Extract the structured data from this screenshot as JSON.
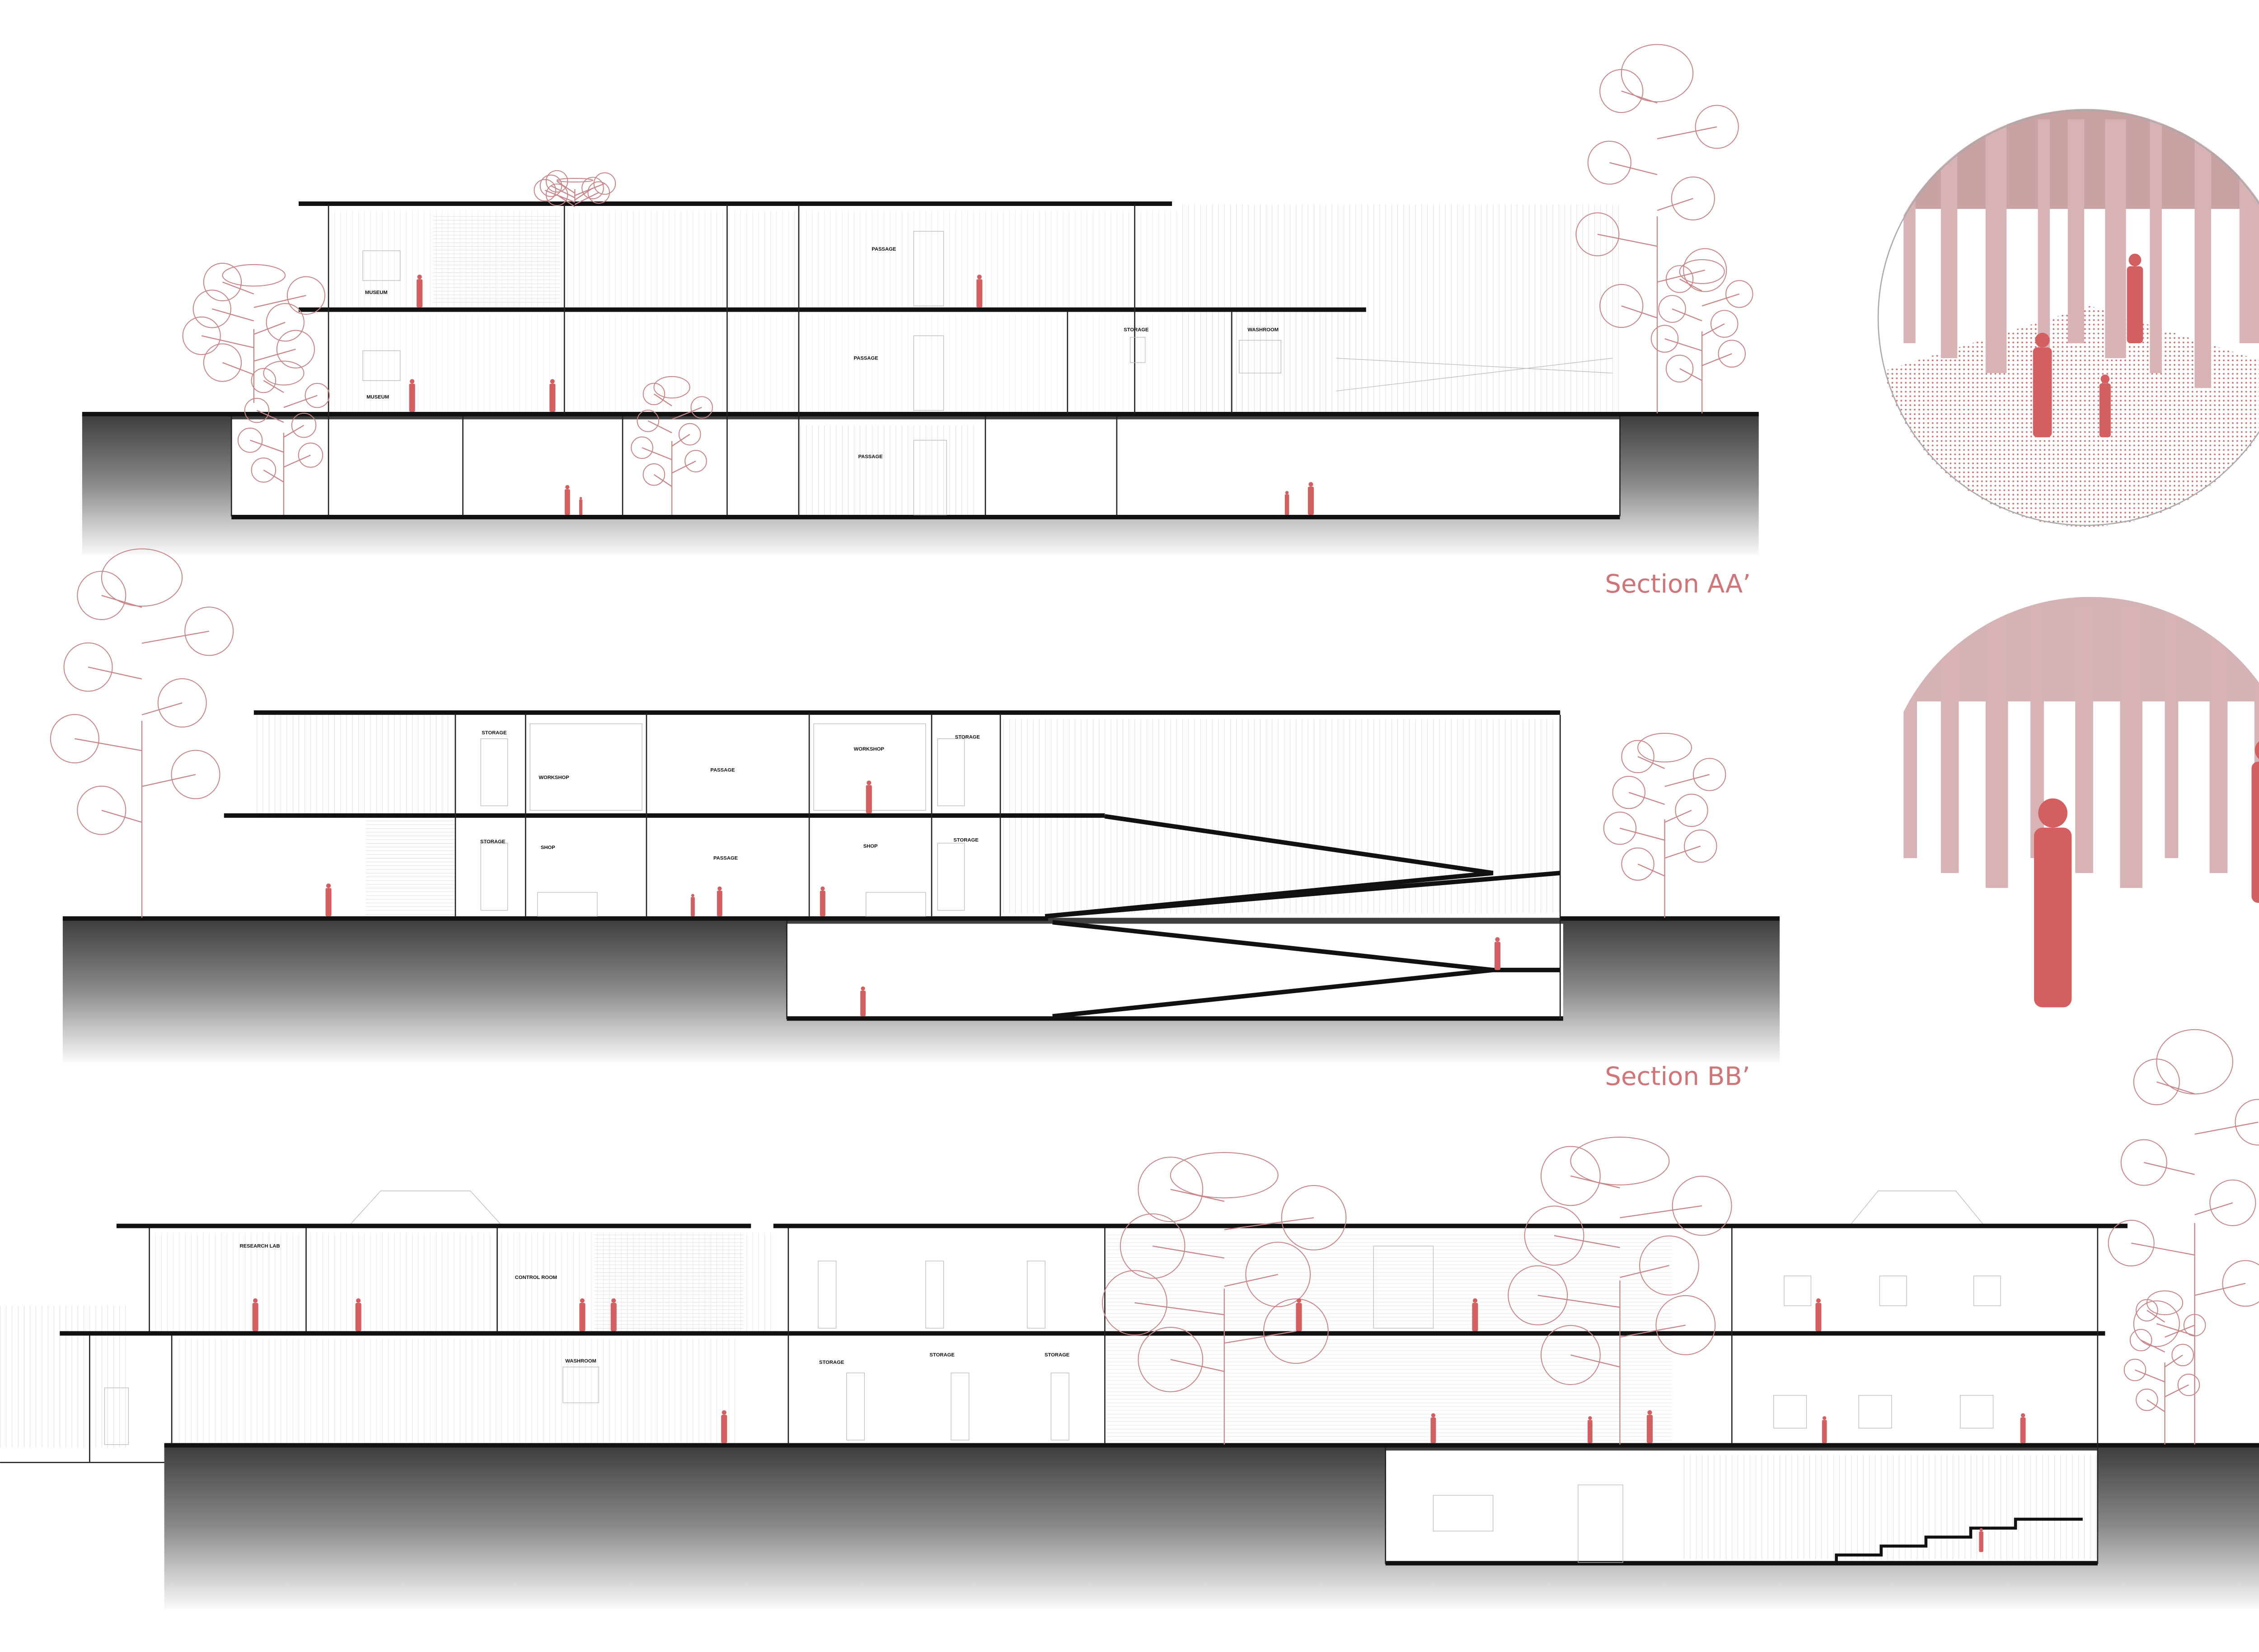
{
  "colors": {
    "accent": "#d07478",
    "figures": "#d35f61",
    "vegetation": "#c98487",
    "ground": "#5a5a5a",
    "linework": "#111111"
  },
  "sections": [
    {
      "title": "Section AA’",
      "rooms": {
        "museum_upper": "MUSEUM",
        "passage_upper": "PASSAGE",
        "museum_lower": "MUSEUM",
        "passage_lower": "PASSAGE",
        "storage": "STORAGE",
        "washroom": "WASHROOM",
        "passage_basement": "PASSAGE"
      }
    },
    {
      "title": "Section BB’",
      "rooms": {
        "storage_1": "STORAGE",
        "workshop_1": "WORKSHOP",
        "passage_upper": "PASSAGE",
        "workshop_2": "WORKSHOP",
        "storage_2": "STORAGE",
        "storage_3": "STORAGE",
        "shop_1": "SHOP",
        "passage_lower": "PASSAGE",
        "shop_2": "SHOP",
        "storage_4": "STORAGE"
      }
    },
    {
      "title": "",
      "rooms": {
        "research_lab": "RESEARCH LAB",
        "control_room": "CONTROL ROOM",
        "washroom": "WASHROOM",
        "storage_1": "STORAGE",
        "storage_2": "STORAGE",
        "storage_3": "STORAGE"
      }
    }
  ],
  "vignettes": [
    "courtyard-perspective",
    "colonnade-perspective"
  ]
}
